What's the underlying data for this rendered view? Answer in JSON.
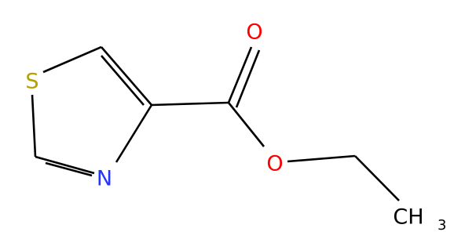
{
  "atoms": {
    "sulfur": {
      "text": "S",
      "color": "#b5a000"
    },
    "nitrogen": {
      "text": "N",
      "color": "#2335ff"
    },
    "carbonyl_oxygen": {
      "text": "O",
      "color": "#ff0000"
    },
    "ester_oxygen": {
      "text": "O",
      "color": "#ff0000"
    },
    "methyl": {
      "text": "CH",
      "subscript": "3",
      "color": "#000000"
    }
  }
}
